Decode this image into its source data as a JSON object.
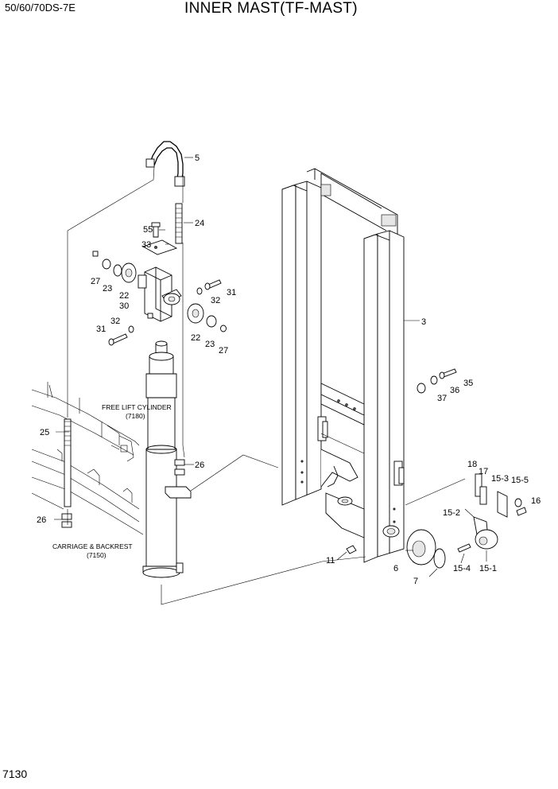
{
  "header": {
    "model": "50/60/70DS-7E",
    "title": "INNER MAST(TF-MAST)"
  },
  "page_number": "7130",
  "notes": {
    "free_lift_cylinder": "FREE LIFT CYLINDER",
    "free_lift_cylinder_ref": "(7180)",
    "carriage_backrest": "CARRIAGE & BACKREST",
    "carriage_backrest_ref": "(7150)"
  },
  "callouts": {
    "c5": "5",
    "c24": "24",
    "c55": "55",
    "c33": "33",
    "c27a": "27",
    "c23a": "23",
    "c22a": "22",
    "c30": "30",
    "c31a": "31",
    "c32a": "32",
    "c31b": "31",
    "c32b": "32",
    "c22b": "22",
    "c23b": "23",
    "c27b": "27",
    "c3": "3",
    "c35": "35",
    "c36": "36",
    "c37": "37",
    "c25": "25",
    "c26a": "26",
    "c26b": "26",
    "c18": "18",
    "c17": "17",
    "c153": "15-3",
    "c155": "15-5",
    "c16": "16",
    "c152": "15-2",
    "c154": "15-4",
    "c151": "15-1",
    "c11": "11",
    "c6": "6",
    "c7": "7"
  }
}
